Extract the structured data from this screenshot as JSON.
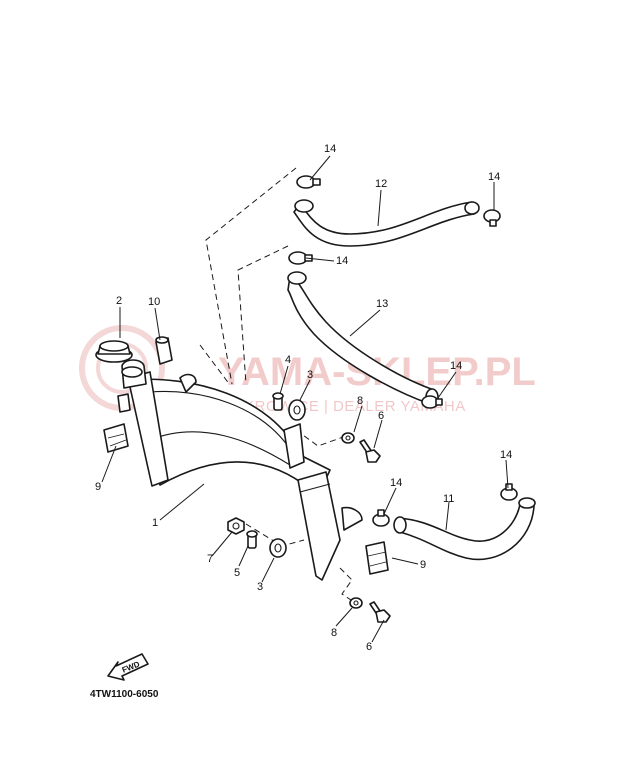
{
  "diagram": {
    "drawing_code": "4TW1100-6050",
    "fwd_label": "FWD",
    "watermark": {
      "main": "YAMA-SKLEP.PL",
      "sub": "WOJ. KROWICE | DEALER YAMAHA"
    },
    "callouts": [
      {
        "id": "c14a",
        "label": "14"
      },
      {
        "id": "c12",
        "label": "12"
      },
      {
        "id": "c14b",
        "label": "14"
      },
      {
        "id": "c14c",
        "label": "14"
      },
      {
        "id": "c13",
        "label": "13"
      },
      {
        "id": "c2",
        "label": "2"
      },
      {
        "id": "c10",
        "label": "10"
      },
      {
        "id": "c4",
        "label": "4"
      },
      {
        "id": "c3a",
        "label": "3"
      },
      {
        "id": "c14d",
        "label": "14"
      },
      {
        "id": "c8a",
        "label": "8"
      },
      {
        "id": "c6a",
        "label": "6"
      },
      {
        "id": "c9a",
        "label": "9"
      },
      {
        "id": "c1",
        "label": "1"
      },
      {
        "id": "c14e",
        "label": "14"
      },
      {
        "id": "c14f",
        "label": "14"
      },
      {
        "id": "c11",
        "label": "11"
      },
      {
        "id": "c7",
        "label": "7"
      },
      {
        "id": "c5",
        "label": "5"
      },
      {
        "id": "c3b",
        "label": "3"
      },
      {
        "id": "c9b",
        "label": "9"
      },
      {
        "id": "c8b",
        "label": "8"
      },
      {
        "id": "c6b",
        "label": "6"
      }
    ]
  }
}
